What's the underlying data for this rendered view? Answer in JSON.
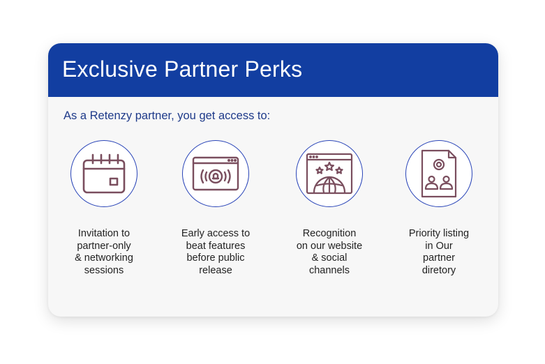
{
  "card": {
    "title": "Exclusive Partner Perks",
    "subtitle": "As a Retenzy partner, you get access to:"
  },
  "perks": [
    {
      "icon": "calendar-icon",
      "label": "Invitation to\npartner-only\n& networking\nsessions"
    },
    {
      "icon": "broadcast-icon",
      "label": "Early access to\nbeat features\nbefore public\nrelease"
    },
    {
      "icon": "globe-stars-icon",
      "label": "Recognition\non our website\n& social\nchannels"
    },
    {
      "icon": "directory-icon",
      "label": "Priority listing\nin Our\npartner\ndiretory"
    }
  ],
  "colors": {
    "header_bg": "#123ea1",
    "subtitle_text": "#1e3a8a",
    "icon_stroke": "#7a4e5e",
    "circle_border": "#2a45b8"
  }
}
